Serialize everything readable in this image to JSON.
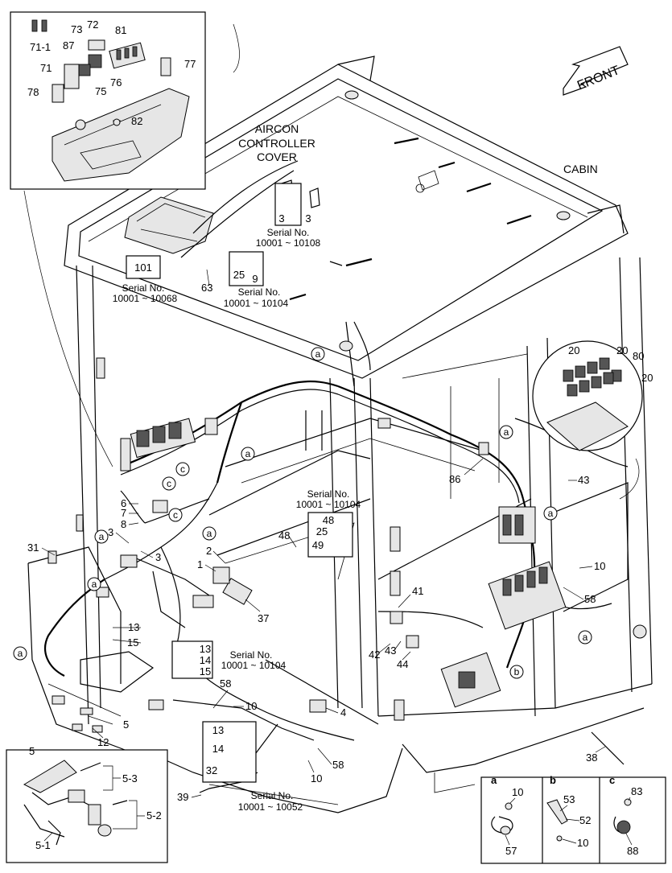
{
  "labels": {
    "front": "FRONT",
    "aircon": [
      "AIRCON",
      "CONTROLLER",
      "COVER"
    ],
    "cabin": "CABIN",
    "serial_title": "Serial No.",
    "serial_10108": "10001 ~ 10108",
    "serial_10068": "10001 ~ 10068",
    "serial_10104a": "10001 ~ 10104",
    "serial_10104b": "10001 ~ 10104",
    "serial_10104c": "10001 ~ 10104",
    "serial_10052": "10001 ~ 10052"
  },
  "detail_boxes": {
    "a": "a",
    "b": "b",
    "c": "c",
    "five": "5"
  },
  "parts": {
    "p71_1": "71-1",
    "p73": "73",
    "p72": "72",
    "p81": "81",
    "p87": "87",
    "p71": "71",
    "p77": "77",
    "p78": "78",
    "p76": "76",
    "p75": "75",
    "p82": "82",
    "p3a": "3",
    "p3b": "3",
    "p101": "101",
    "p63": "63",
    "p25a": "25",
    "p9": "9",
    "p20a": "20",
    "p20b": "20",
    "p80": "80",
    "p20c": "20",
    "p86": "86",
    "p43a": "43",
    "p6": "6",
    "p7": "7",
    "p8": "8",
    "p48a": "48",
    "p25b": "25",
    "p49": "49",
    "p48b": "48",
    "p31": "31",
    "p3c": "3",
    "p3d": "3",
    "p2": "2",
    "p1": "1",
    "p37": "37",
    "p10a": "10",
    "p58a": "58",
    "p41": "41",
    "p13a": "13",
    "p15a": "15",
    "p13b": "13",
    "p14a": "14",
    "p15b": "15",
    "p42": "42",
    "p43b": "43",
    "p44": "44",
    "p58b": "58",
    "p10b": "10",
    "p4": "4",
    "p5": "5",
    "p12": "12",
    "p13c": "13",
    "p14b": "14",
    "p32": "32",
    "p58c": "58",
    "p10c": "10",
    "p39": "39",
    "p38": "38",
    "p5_3": "5-3",
    "p5_2": "5-2",
    "p5_1": "5-1",
    "pa10": "10",
    "pa57": "57",
    "pb53": "53",
    "pb52": "52",
    "pb10": "10",
    "pc83": "83",
    "pc88": "88"
  },
  "callouts": {
    "a": "a",
    "b": "b",
    "c": "c"
  }
}
